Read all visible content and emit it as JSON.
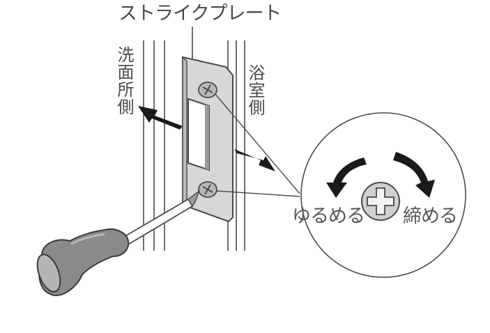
{
  "labels": {
    "strike_plate": "ストライクプレート",
    "washroom_side": "洗面所側",
    "bathroom_side": "浴室側",
    "loosen": "ゆるめる",
    "tighten": "締める"
  },
  "colors": {
    "line": "#4a4a4a",
    "plate_fill": "#d7d7d7",
    "arrow": "#1a1a1a",
    "screw_fill": "#c4c4c4",
    "handle_fill": "#8a8a8a"
  },
  "icons": {
    "screwdriver": "screwdriver-icon",
    "screw": "phillips-screw-icon"
  }
}
